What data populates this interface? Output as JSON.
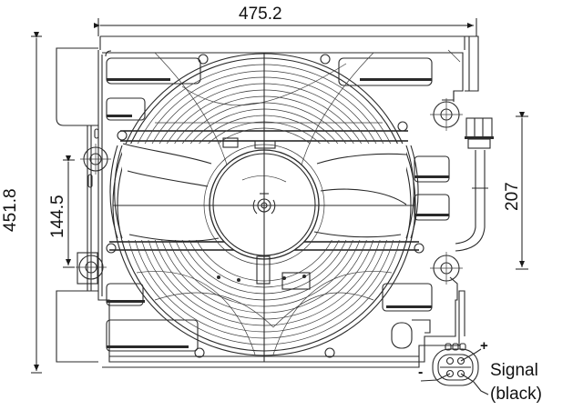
{
  "drawing": {
    "subject": "Radiator cooling fan assembly with shroud",
    "line_color": "#2a2a2a",
    "background": "#ffffff"
  },
  "dimensions": {
    "overall_width": "475.2",
    "overall_height": "451.8",
    "mount_hole_spacing_left": "144.5",
    "connector_height_right": "207"
  },
  "connector": {
    "positive_label": "+",
    "negative_label": "-",
    "signal_label_line1": "Signal",
    "signal_label_line2": "(black)"
  }
}
